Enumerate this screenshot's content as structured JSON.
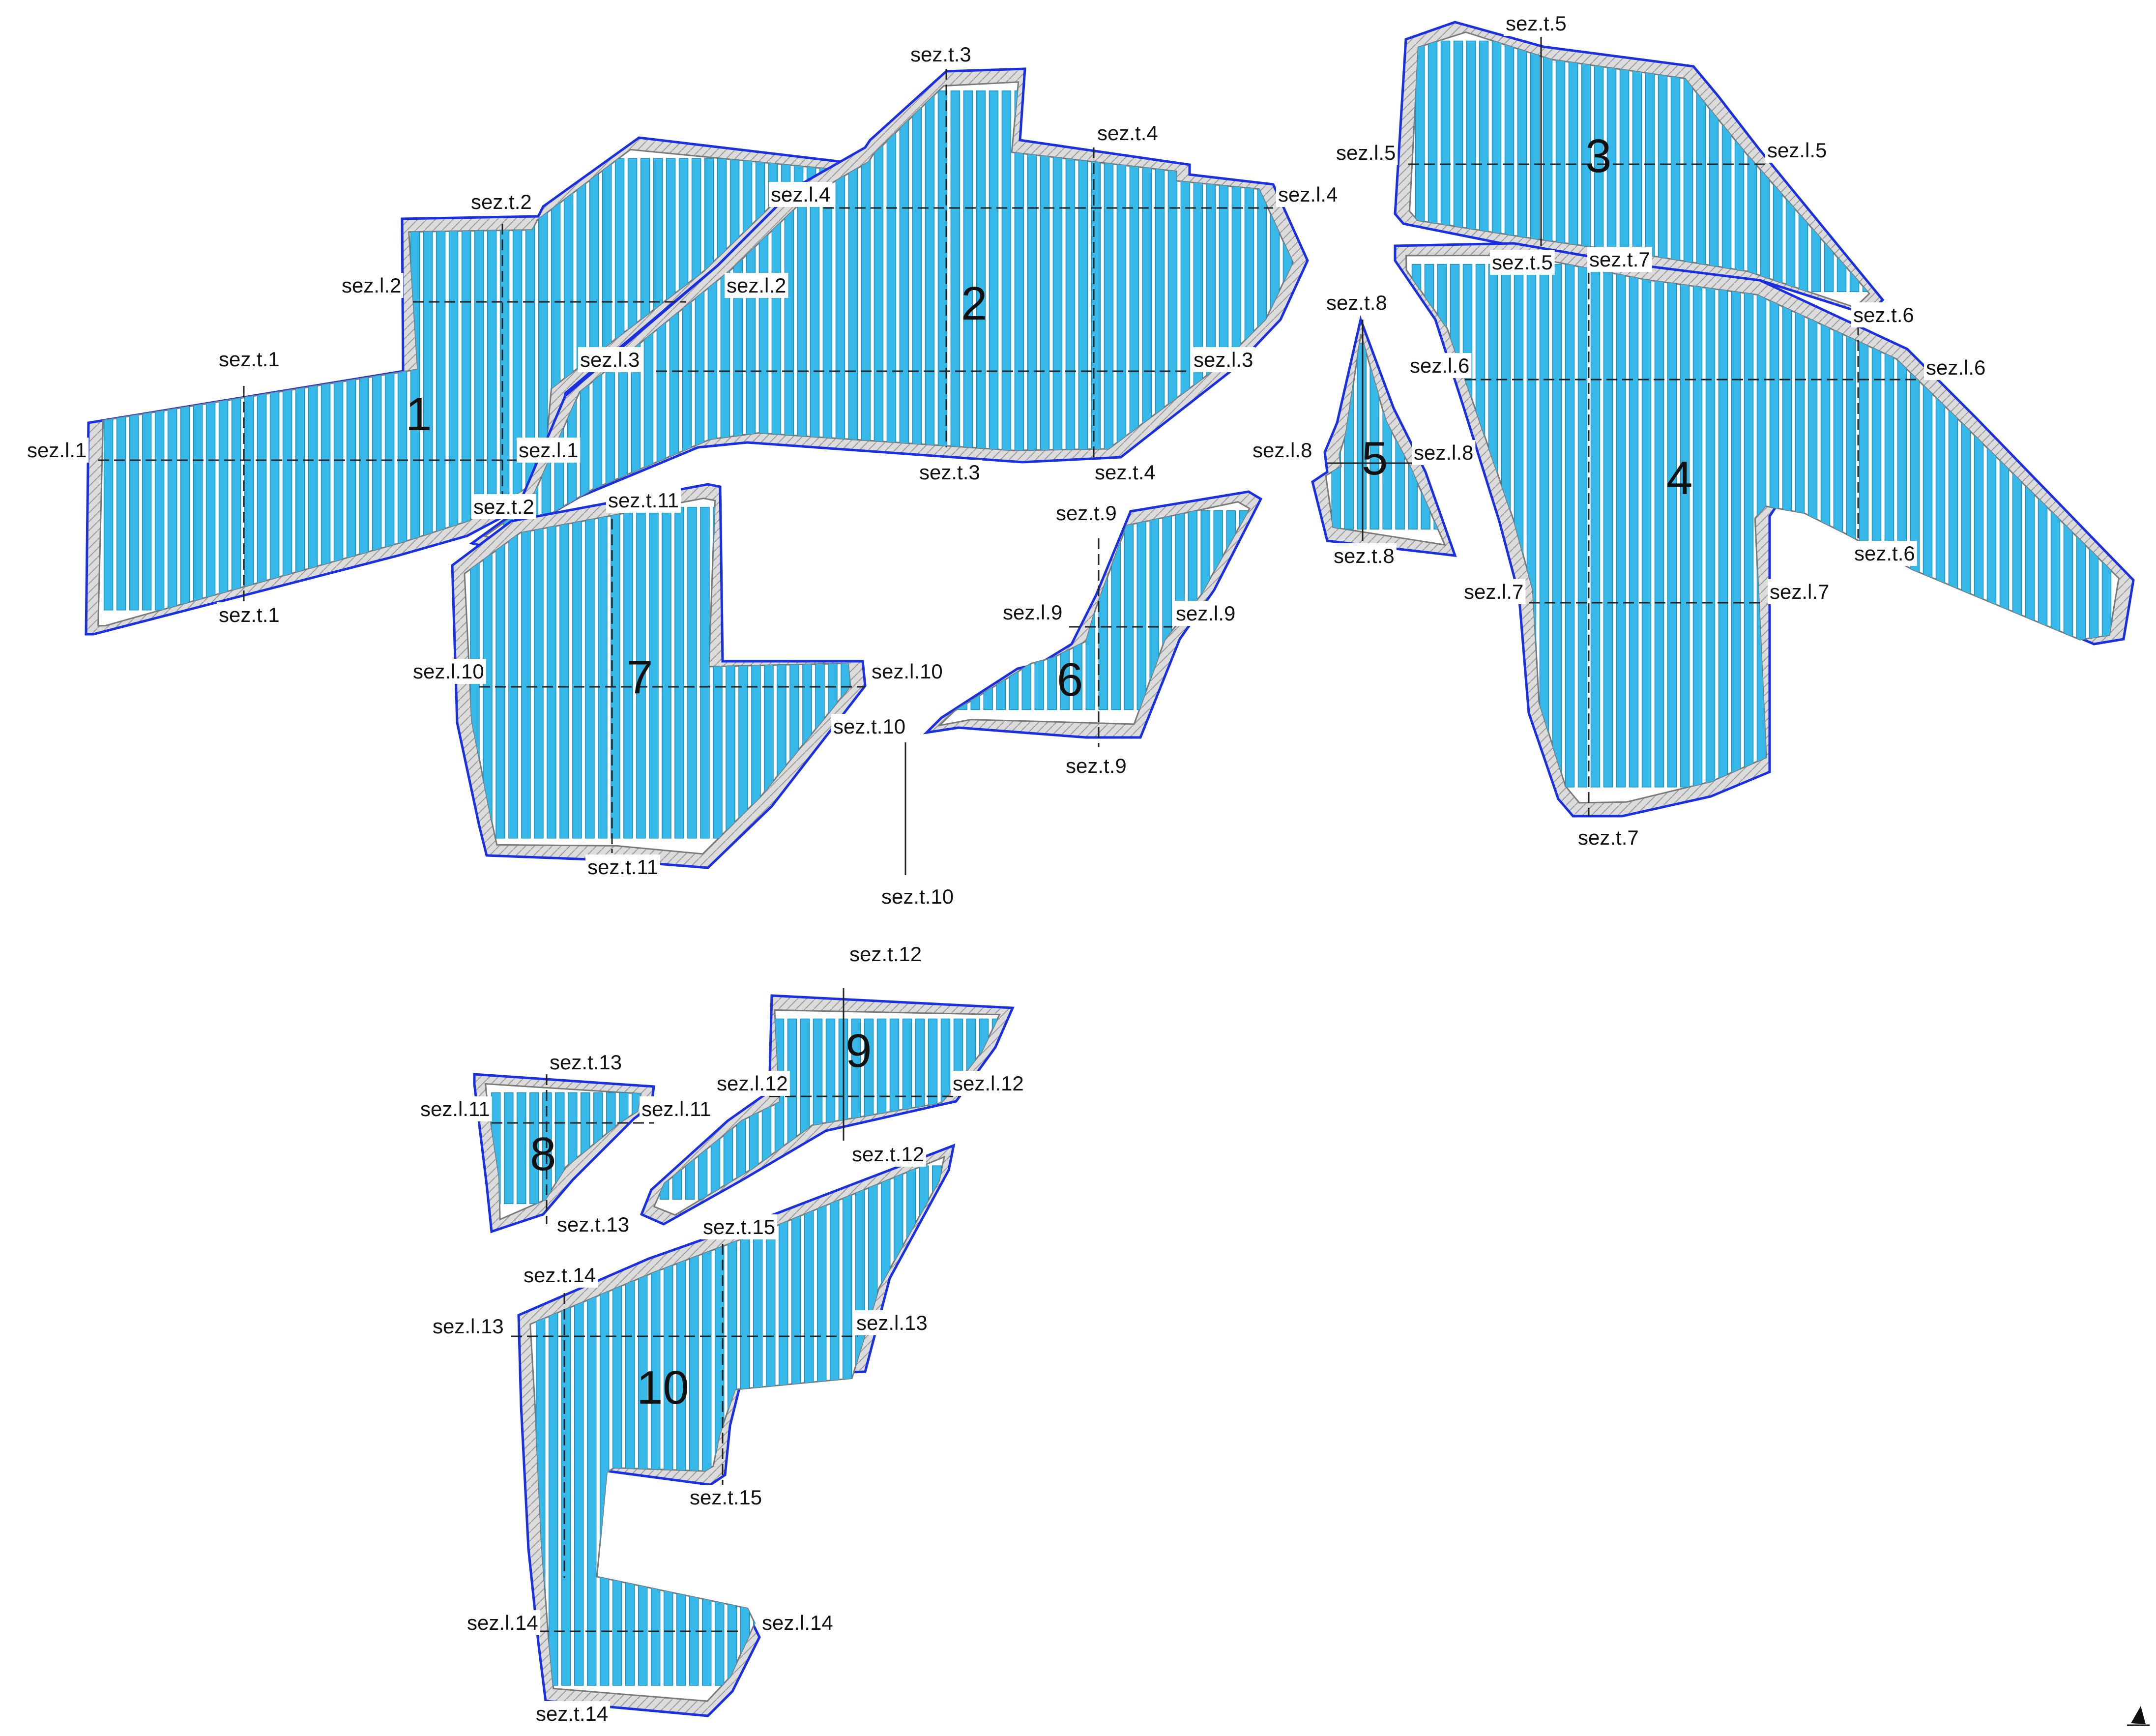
{
  "colors": {
    "boundary": "#1a2fe0",
    "road": "#d9d9d9",
    "road_edge": "#7a7a7a",
    "panel": "#36b9e8",
    "panel_line": "#1c8fc0",
    "section_line": "#222222",
    "label_bg": "#ffffff"
  },
  "areas": [
    {
      "id": "1",
      "label": "1"
    },
    {
      "id": "2",
      "label": "2"
    },
    {
      "id": "3",
      "label": "3"
    },
    {
      "id": "4",
      "label": "4"
    },
    {
      "id": "5",
      "label": "5"
    },
    {
      "id": "6",
      "label": "6"
    },
    {
      "id": "7",
      "label": "7"
    },
    {
      "id": "8",
      "label": "8"
    },
    {
      "id": "9",
      "label": "9"
    },
    {
      "id": "10",
      "label": "10"
    }
  ],
  "section_labels": [
    "sez.l.1",
    "sez.l.1",
    "sez.t.1",
    "sez.t.1",
    "sez.l.2",
    "sez.l.2",
    "sez.t.2",
    "sez.t.2",
    "sez.l.3",
    "sez.l.3",
    "sez.t.3",
    "sez.t.3",
    "sez.l.4",
    "sez.l.4",
    "sez.t.4",
    "sez.t.4",
    "sez.l.5",
    "sez.l.5",
    "sez.t.5",
    "sez.t.5",
    "sez.l.6",
    "sez.l.6",
    "sez.t.6",
    "sez.t.6",
    "sez.l.7",
    "sez.l.7",
    "sez.t.7",
    "sez.t.7",
    "sez.l.8",
    "sez.l.8",
    "sez.t.8",
    "sez.t.8",
    "sez.l.9",
    "sez.l.9",
    "sez.t.9",
    "sez.t.9",
    "sez.l.10",
    "sez.l.10",
    "sez.t.10",
    "sez.t.10",
    "sez.t.11",
    "sez.t.11",
    "sez.l.11",
    "sez.l.11",
    "sez.l.12",
    "sez.l.12",
    "sez.t.12",
    "sez.t.12",
    "sez.t.13",
    "sez.t.13",
    "sez.l.13",
    "sez.l.13",
    "sez.t.14",
    "sez.t.14",
    "sez.l.14",
    "sez.l.14",
    "sez.t.15",
    "sez.t.15"
  ],
  "icons": {
    "north_arrow": "north-arrow-icon"
  }
}
